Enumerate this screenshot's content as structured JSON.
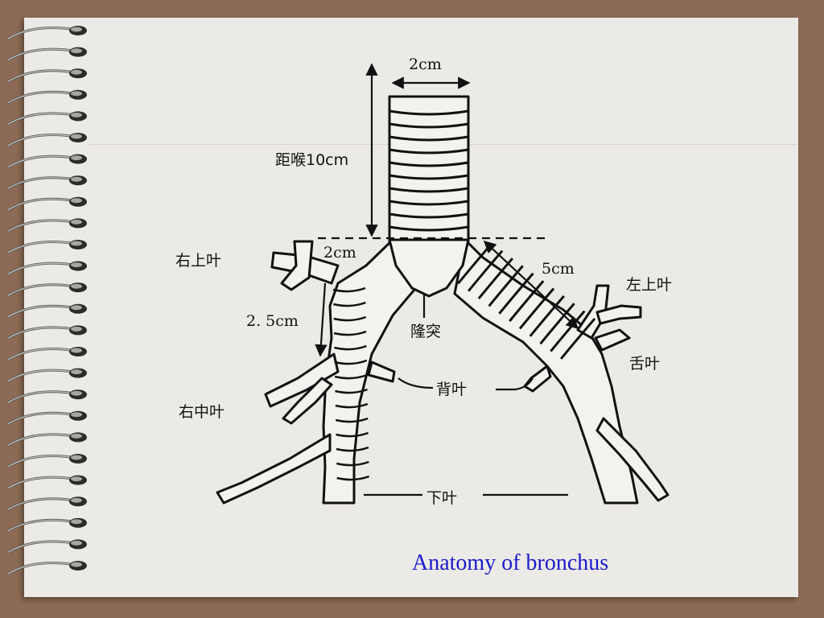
{
  "labels": {
    "trachea_width": "2cm",
    "trachea_length": "距喉10cm",
    "right_main_length": "2cm",
    "left_main_length": "5cm",
    "right_upper_lobe": "右上叶",
    "left_upper_lobe": "左上叶",
    "right_intermediate_length": "2. 5cm",
    "carina": "隆突",
    "lingula": "舌叶",
    "superior_segment": "背叶",
    "right_middle_lobe": "右中叶",
    "lower_lobe": "下叶"
  },
  "caption": "Anatomy of bronchus",
  "colors": {
    "frame": "#8c6a55",
    "paper": "#eceae6",
    "caption": "#1a1acc",
    "ink": "#111111"
  }
}
